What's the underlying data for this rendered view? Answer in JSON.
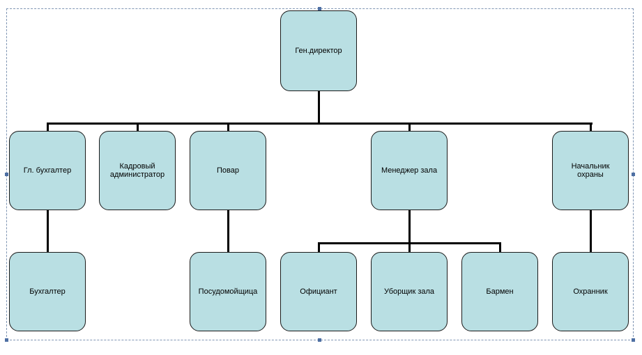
{
  "org_chart": {
    "root": {
      "label": "Ген.директор"
    },
    "level1": [
      {
        "label": "Гл. бухгалтер"
      },
      {
        "label": "Кадровый\nадминистратор"
      },
      {
        "label": "Повар"
      },
      {
        "label": "Менеджер зала"
      },
      {
        "label": "Начальник\nохраны"
      }
    ],
    "level2": [
      {
        "label": "Бухгалтер"
      },
      {
        "label": "Посудомойщица"
      },
      {
        "label": "Официант"
      },
      {
        "label": "Уборщик зала"
      },
      {
        "label": "Бармен"
      },
      {
        "label": "Охранник"
      }
    ]
  },
  "colors": {
    "node_fill": "#b9dfe3",
    "node_border": "#1a1a1a",
    "connector": "#000000"
  }
}
